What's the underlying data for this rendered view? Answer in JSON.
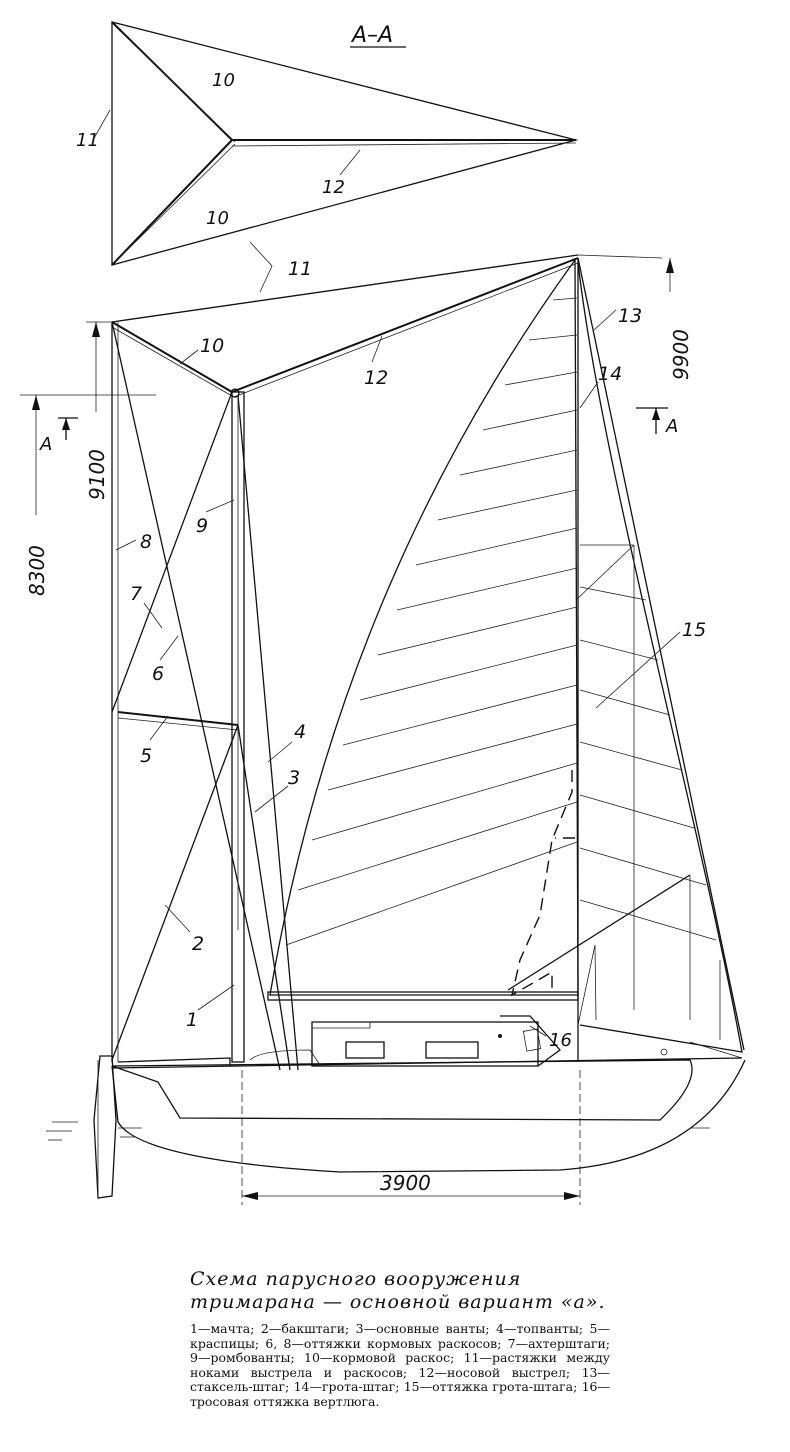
{
  "section": {
    "label": "A–A",
    "marker": "A"
  },
  "part_numbers": {
    "n1": "1",
    "n2": "2",
    "n3": "3",
    "n4": "4",
    "n5": "5",
    "n6": "6",
    "n7": "7",
    "n8": "8",
    "n9": "9",
    "n10": "10",
    "n11": "11",
    "n12": "12",
    "n13": "13",
    "n14": "14",
    "n15": "15",
    "n16": "16"
  },
  "dimensions": {
    "d8300": "8300",
    "d9100": "9100",
    "d9900": "9900",
    "d3900": "3900"
  },
  "caption": {
    "title": "Схема парусного вооружения тримарана — основной вариант «а».",
    "legend": "1—мачта; 2—бакштаги; 3—основные ванты; 4—топванты; 5—краспицы; 6, 8—оттяжки кормовых раскосов; 7—ахтерштаги; 9—ромбованты; 10—кормовой раскос; 11—растяжки между ноками выстрела и раскосов; 12—носовой выстрел; 13—стаксель-штаг; 14—грота-штаг; 15—оттяжка грота-штага; 16—тросовая оттяжка вертлюга."
  }
}
